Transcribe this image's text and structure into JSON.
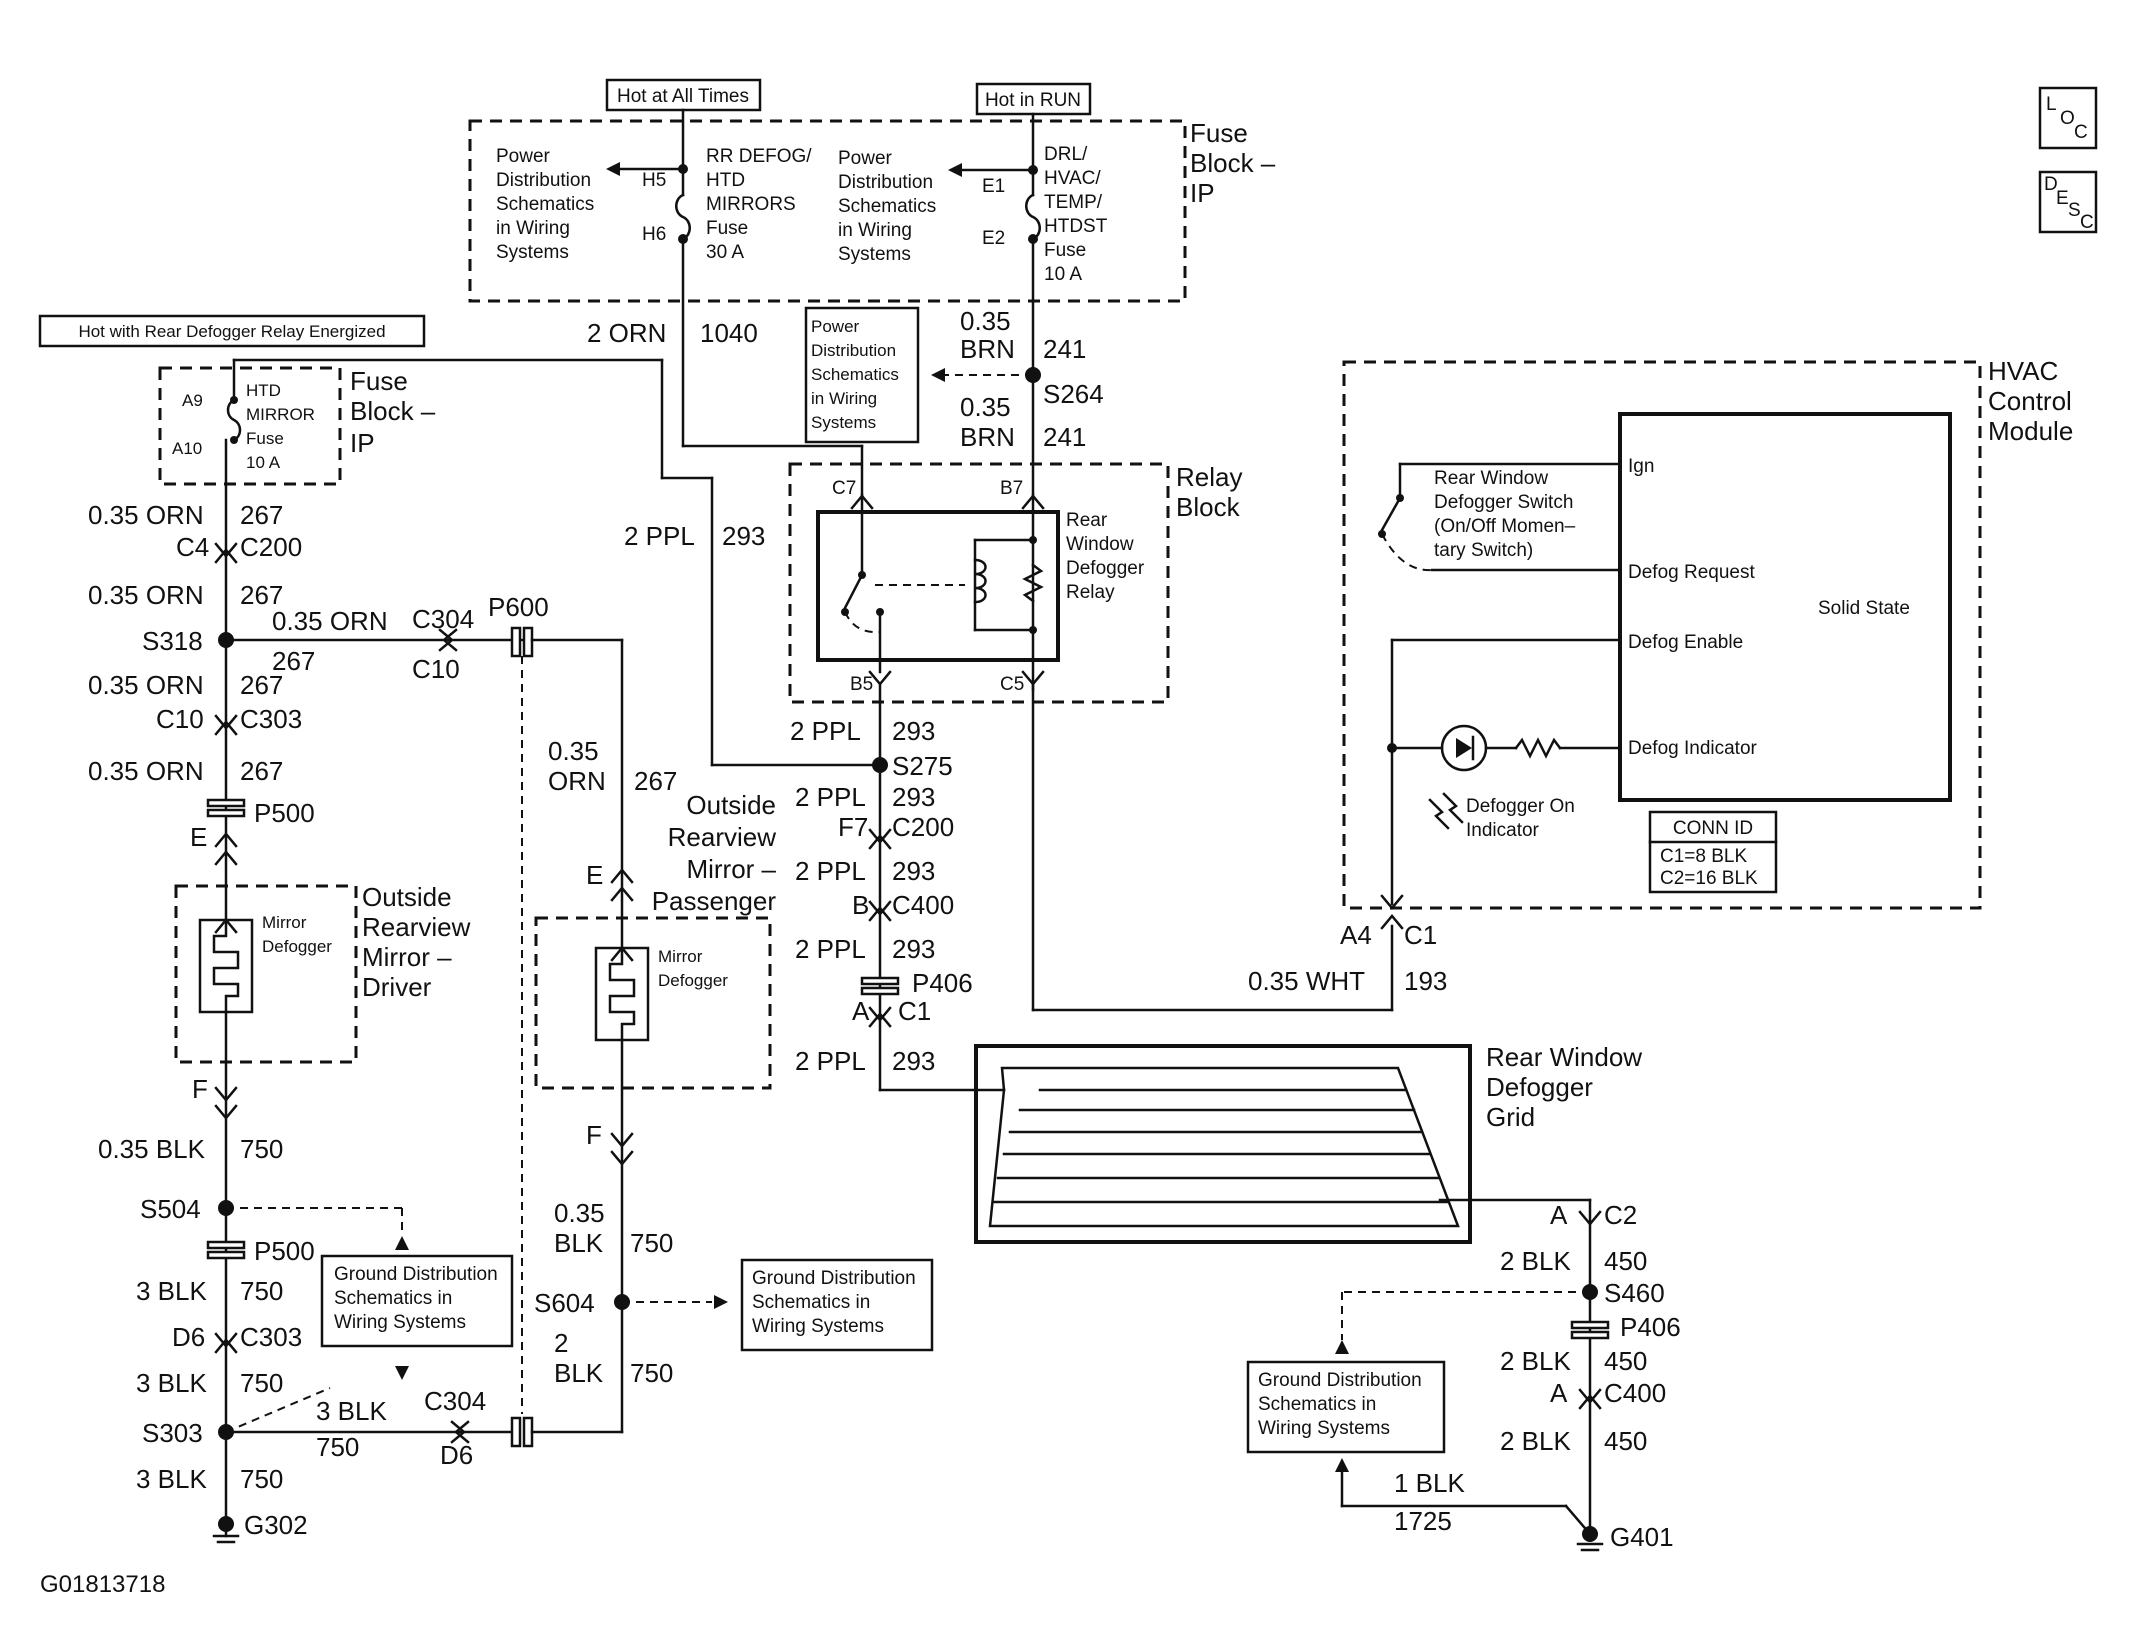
{
  "diagram_id": "G01813718",
  "side_tabs": {
    "loc": [
      "L",
      "O",
      "C"
    ],
    "desc": [
      "D",
      "E",
      "S",
      "C"
    ]
  },
  "power_labels": {
    "hot_all_times": "Hot at All Times",
    "hot_in_run": "Hot in RUN",
    "hot_defogger": "Hot with Rear Defogger Relay Energized"
  },
  "fuse_block_ip_top": {
    "title": [
      "Fuse",
      "Block –",
      "IP"
    ],
    "pds_left": [
      "Power",
      "Distribution",
      "Schematics",
      "in Wiring",
      "Systems"
    ],
    "pds_right": [
      "Power",
      "Distribution",
      "Schematics",
      "in Wiring",
      "Systems"
    ],
    "fuse1": {
      "name": [
        "RR DEFOG/",
        "HTD",
        "MIRRORS",
        "Fuse",
        "30 A"
      ],
      "pins": [
        "H5",
        "H6"
      ]
    },
    "fuse2": {
      "name": [
        "DRL/",
        "HVAC/",
        "TEMP/",
        "HTDST",
        "Fuse",
        "10 A"
      ],
      "pins": [
        "E1",
        "E2"
      ]
    }
  },
  "fuse_block_ip_left": {
    "title": [
      "Fuse",
      "Block –",
      "IP"
    ],
    "fuse": {
      "name": [
        "HTD",
        "MIRROR",
        "Fuse",
        "10 A"
      ],
      "pins": [
        "A9",
        "A10"
      ]
    }
  },
  "pds_mid": [
    "Power",
    "Distribution",
    "Schematics",
    "in Wiring",
    "Systems"
  ],
  "relay_block": {
    "title": [
      "Relay",
      "Block"
    ],
    "relay_name": [
      "Rear",
      "Window",
      "Defogger",
      "Relay"
    ],
    "pins": {
      "c7": "C7",
      "b7": "B7",
      "b5": "B5",
      "c5": "C5"
    }
  },
  "hvac": {
    "title": [
      "HVAC",
      "Control",
      "Module"
    ],
    "switch_label": [
      "Rear Window",
      "Defogger Switch",
      "(On/Off Momen–",
      "tary Switch)"
    ],
    "pins": [
      "Ign",
      "Defog Request",
      "Defog Enable",
      "Defog Indicator"
    ],
    "solid_state": "Solid State",
    "indicator": [
      "Defogger On",
      "Indicator"
    ],
    "conn_title": "CONN ID",
    "conn_rows": [
      "C1=8 BLK",
      "C2=16 BLK"
    ]
  },
  "driver_mirror": {
    "title": [
      "Outside",
      "Rearview",
      "Mirror –",
      "Driver"
    ],
    "element": [
      "Mirror",
      "Defogger"
    ]
  },
  "passenger_mirror": {
    "title": [
      "Outside",
      "Rearview",
      "Mirror –",
      "Passenger"
    ],
    "element": [
      "Mirror",
      "Defogger"
    ]
  },
  "grid_title": [
    "Rear Window",
    "Defogger",
    "Grid"
  ],
  "gds": {
    "left": [
      "Ground Distribution",
      "Schematics in",
      "Wiring Systems"
    ],
    "mid": [
      "Ground Distribution",
      "Schematics in",
      "Wiring Systems"
    ],
    "right": [
      "Ground Distribution",
      "Schematics in",
      "Wiring Systems"
    ]
  },
  "wires": {
    "orn_2": "2 ORN",
    "c1040": "1040",
    "brn_035": "0.35",
    "brn": "BRN",
    "c241": "241",
    "s264": "S264",
    "orn_035": "0.35 ORN",
    "c267": "267",
    "c4": "C4",
    "c200": "C200",
    "s318": "S318",
    "c304": "C304",
    "p600": "P600",
    "c10": "C10",
    "c303": "C303",
    "p500": "P500",
    "e": "E",
    "f": "F",
    "ppl_2": "2 PPL",
    "c293": "293",
    "s275": "S275",
    "f7": "F7",
    "b": "B",
    "c400": "C400",
    "p406": "P406",
    "a": "A",
    "c1": "C1",
    "a4": "A4",
    "wht_035": "0.35 WHT",
    "c193": "193",
    "blk_035": "0.35 BLK",
    "c750": "750",
    "s504": "S504",
    "blk_3": "3 BLK",
    "d6": "D6",
    "s303": "S303",
    "g302": "G302",
    "orn_035a": "0.35",
    "orn": "ORN",
    "blk_035a": "0.35",
    "blk": "BLK",
    "s604": "S604",
    "blk_2a": "2",
    "c2": "C2",
    "blk_2": "2 BLK",
    "c450": "450",
    "s460": "S460",
    "blk_1": "1 BLK",
    "c1725": "1725",
    "g401": "G401"
  }
}
